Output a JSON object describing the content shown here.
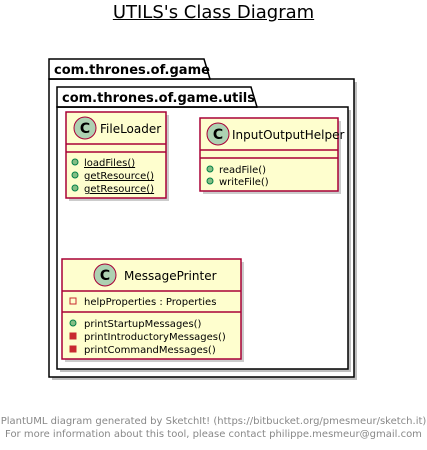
{
  "title": "UTILS's Class Diagram",
  "packages": {
    "outer": "com.thrones.of.game",
    "inner": "com.thrones.of.game.utils"
  },
  "classes": {
    "file_loader": {
      "stereotype": "C",
      "name": "FileLoader",
      "methods": [
        "loadFiles()",
        "getResource()",
        "getResource()"
      ]
    },
    "io_helper": {
      "stereotype": "C",
      "name": "InputOutputHelper",
      "methods": [
        "readFile()",
        "writeFile()"
      ]
    },
    "message_printer": {
      "stereotype": "C",
      "name": "MessagePrinter",
      "fields": [
        "helpProperties : Properties"
      ],
      "methods": [
        "printStartupMessages()",
        "printIntroductoryMessages()",
        "printCommandMessages()"
      ]
    }
  },
  "footer": {
    "line1": "PlantUML diagram generated by SketchIt! (https://bitbucket.org/pmesmeur/sketch.it)",
    "line2": "For more information about this tool, please contact philippe.mesmeur@gmail.com"
  },
  "colors": {
    "class_fill": "#FEFECE",
    "class_border": "#A80036",
    "stereotype_fill": "#ADD1B2",
    "public_marker": "#84BE84",
    "private_marker": "#C82930",
    "footer_text": "#888888"
  }
}
